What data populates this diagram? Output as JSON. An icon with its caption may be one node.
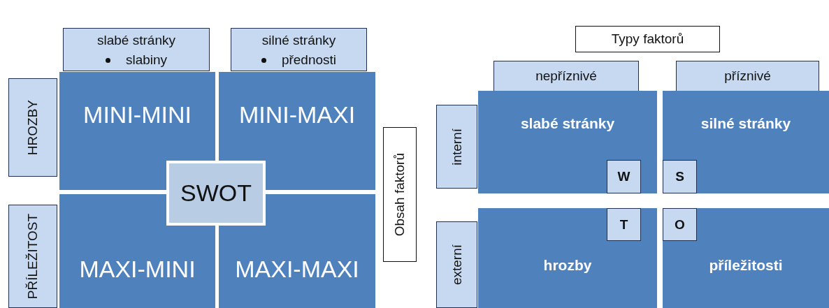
{
  "diagram": {
    "nodes": [
      {
        "text": [
          "slabé stránky",
          "slabiny"
        ]
      },
      {
        "text": [
          "silné stránky",
          "přednosti"
        ]
      },
      {
        "text": [
          "HROZBY"
        ]
      },
      {
        "text": [
          "MINI-MINI"
        ]
      },
      {
        "text": [
          "MINI-MAXI"
        ]
      },
      {
        "text": [
          "SWOT"
        ]
      },
      {
        "text": [
          "PŘÍLEŽITOST"
        ]
      },
      {
        "text": [
          "MAXI-MINI"
        ]
      },
      {
        "text": [
          "MAXI-MAXI"
        ]
      },
      {
        "text": [
          "Typy faktorů"
        ]
      },
      {
        "text": [
          "nepříznivé"
        ]
      },
      {
        "text": [
          "příznivé"
        ]
      },
      {
        "text": [
          "Obsah faktorů"
        ]
      },
      {
        "text": [
          "interní"
        ]
      },
      {
        "text": [
          "slabé stránky"
        ]
      },
      {
        "text": [
          "W"
        ],
        "in": 14
      },
      {
        "text": [
          "silné stránky"
        ]
      },
      {
        "text": [
          "S"
        ],
        "in": 16
      },
      {
        "text": [
          "externí"
        ]
      },
      {
        "text": [
          "hrozby"
        ]
      },
      {
        "text": [
          "T"
        ],
        "in": 19
      },
      {
        "text": [
          "příležitosti"
        ]
      },
      {
        "text": [
          "O"
        ],
        "in": 21
      }
    ],
    "edges": []
  }
}
